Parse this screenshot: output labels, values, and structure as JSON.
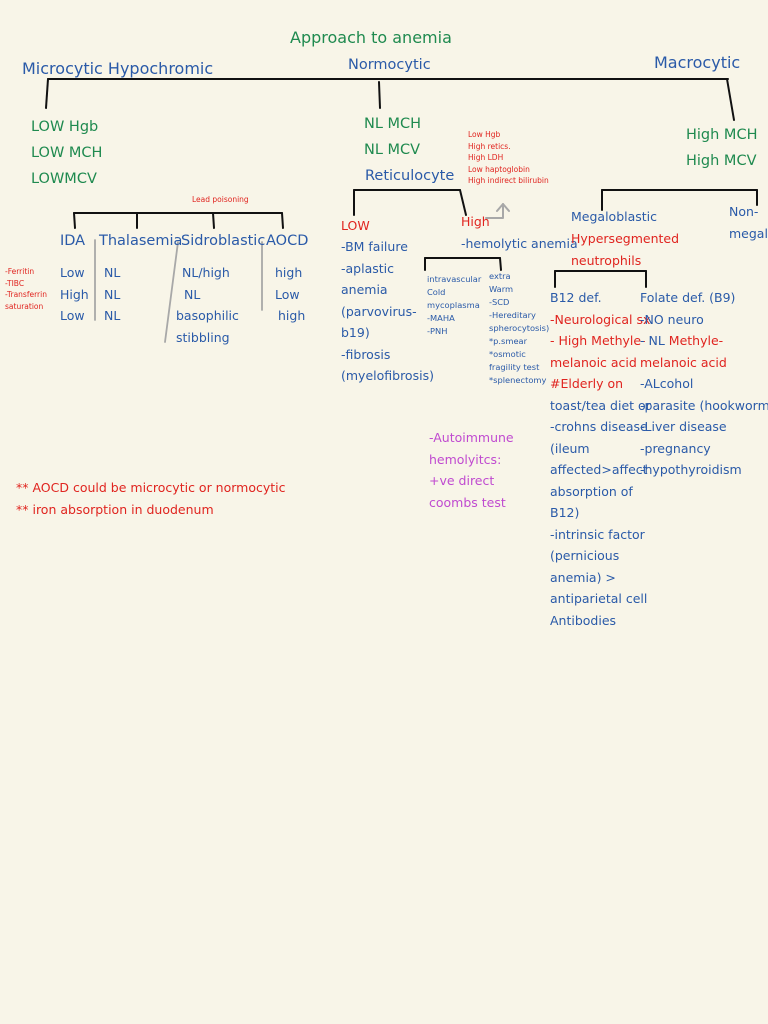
{
  "colors": {
    "background": "#f8f5e8",
    "blue": "#2a5aa8",
    "green": "#1f8a4f",
    "red": "#e0241f",
    "purple": "#c04ad0",
    "line": "#111111",
    "grey_line": "#a8a8a8"
  },
  "title": "Approach to anemia",
  "categories": {
    "micro": "Microcytic Hypochromic",
    "normo": "Normocytic",
    "macro": "Macrocytic"
  },
  "micro": {
    "indices": [
      "LOW Hgb",
      "LOW MCH",
      "LOWMCV"
    ],
    "lead_poisoning": "Lead poisoning",
    "types": {
      "ida": "IDA",
      "thal": "Thalasemia",
      "sidro": "Sidroblastic",
      "aocd": "AOCD"
    },
    "param_labels": [
      "-Ferritin",
      "-TIBC",
      "-Transferrin",
      "saturation"
    ],
    "ida_values": [
      "Low",
      "High",
      "Low"
    ],
    "thal_values": [
      "NL",
      "NL",
      "NL"
    ],
    "sidro_values": [
      "NL/high",
      "NL",
      "basophilic",
      "stibbling"
    ],
    "aocd_values": [
      "high",
      "Low",
      "high"
    ]
  },
  "normo": {
    "indices": [
      "NL MCH",
      "NL MCV"
    ],
    "reticulocyte": "Reticulocyte",
    "low": "LOW",
    "low_causes": [
      "-BM failure",
      "-aplastic",
      "anemia",
      "(parvovirus-",
      "b19)",
      "-fibrosis",
      "(myelofibrosis)"
    ],
    "high": "High",
    "high_labs": [
      "Low Hgb",
      "High retics.",
      "High LDH",
      "Low haptoglobin",
      "High indirect bilirubin"
    ],
    "hemolytic": "-hemolytic anemia",
    "intravascular": [
      "intravascular",
      "Cold",
      "mycoplasma",
      "-MAHA",
      "-PNH"
    ],
    "extravascular": [
      "extra",
      "Warm",
      "-SCD",
      "-Hereditary",
      "spherocytosis)",
      "*p.smear",
      "*osmotic",
      "fragility test",
      "*splenectomy"
    ],
    "autoimmune": [
      "-Autoimmune",
      "hemolyitcs:",
      "+ve direct",
      "coombs test"
    ]
  },
  "macro": {
    "indices": [
      "High MCH",
      "High MCV"
    ],
    "megaloblastic": "Megaloblastic",
    "hypersegmented": [
      "Hypersegmented",
      "neutrophils"
    ],
    "non_megalo": [
      "Non-",
      "megalo"
    ],
    "b12": {
      "title": "B12 def.",
      "red_lines": [
        "-Neurological sx",
        "- High Methyle-",
        "melanoic acid",
        "#Elderly on"
      ],
      "blue_lines": [
        "toast/tea diet or",
        "-crohns disease",
        "(ileum",
        "affected>affect",
        "absorption of",
        "B12)",
        "-intrinsic factor",
        "(pernicious",
        "anemia) >",
        "antiparietal cell",
        "Antibodies"
      ]
    },
    "folate": {
      "title": "Folate def. (B9)",
      "no_neuro": "-NO neuro",
      "nl_prefix": "- NL ",
      "methyl_1": "Methyle-",
      "methyl_2": "melanoic acid",
      "causes": [
        "-ALcohol",
        "-parasite (hookworm)",
        "-Liver disease",
        "-pregnancy",
        "-hypothyroidism"
      ]
    }
  },
  "notes": [
    "** AOCD could be microcytic or normocytic",
    "** iron absorption in duodenum"
  ]
}
